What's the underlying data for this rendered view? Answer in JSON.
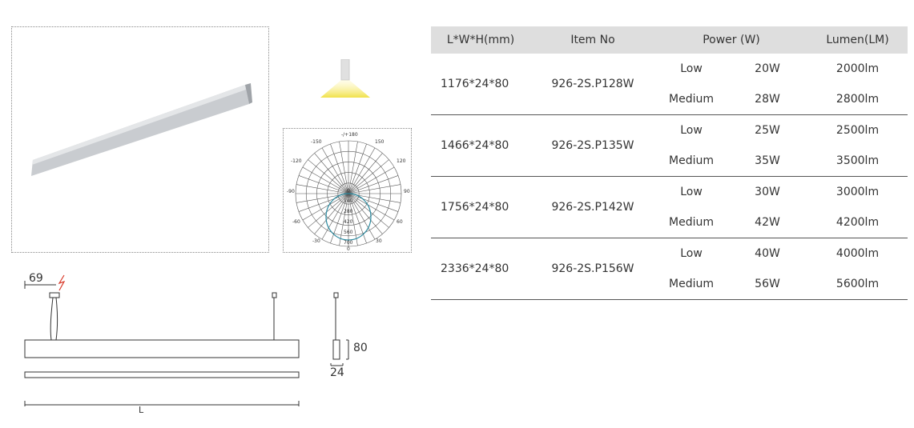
{
  "table": {
    "headers": [
      "L*W*H(mm)",
      "Item No",
      "Power (W)",
      "Lumen(LM)"
    ],
    "groups": [
      {
        "dimension": "1176*24*80",
        "item_no": "926-2S.P128W",
        "rows": [
          {
            "level": "Low",
            "power": "20W",
            "lumen": "2000lm"
          },
          {
            "level": "Medium",
            "power": "28W",
            "lumen": "2800lm"
          }
        ]
      },
      {
        "dimension": "1466*24*80",
        "item_no": "926-2S.P135W",
        "rows": [
          {
            "level": "Low",
            "power": "25W",
            "lumen": "2500lm"
          },
          {
            "level": "Medium",
            "power": "35W",
            "lumen": "3500lm"
          }
        ]
      },
      {
        "dimension": "1756*24*80",
        "item_no": "926-2S.P142W",
        "rows": [
          {
            "level": "Low",
            "power": "30W",
            "lumen": "3000lm"
          },
          {
            "level": "Medium",
            "power": "42W",
            "lumen": "4200lm"
          }
        ]
      },
      {
        "dimension": "2336*24*80",
        "item_no": "926-2S.P156W",
        "rows": [
          {
            "level": "Low",
            "power": "40W",
            "lumen": "4000lm"
          },
          {
            "level": "Medium",
            "power": "56W",
            "lumen": "5600lm"
          }
        ]
      }
    ]
  },
  "polar": {
    "angle_labels": {
      "top": "-/+180",
      "tl": "-150",
      "tr": "150",
      "ul": "-120",
      "ur": "120",
      "l": "-90",
      "r": "90",
      "ll": "-60",
      "lr": "60",
      "bl": "-30",
      "br": "30",
      "bottom": "0"
    },
    "radial_labels": [
      "0",
      "140",
      "280",
      "420",
      "560",
      "700"
    ]
  },
  "drawing": {
    "cable_offset": "69",
    "height": "80",
    "width": "24",
    "length": "L"
  }
}
